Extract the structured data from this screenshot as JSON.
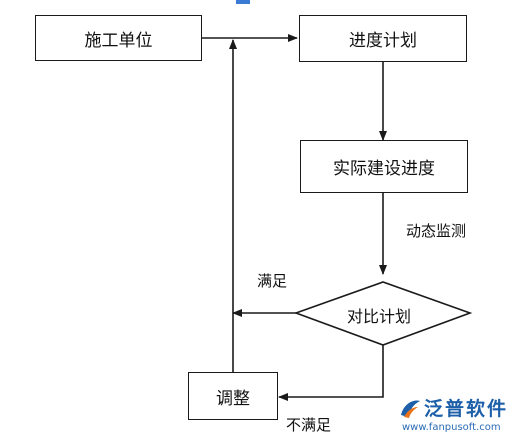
{
  "nodes": {
    "construction_unit": "施工单位",
    "progress_plan": "进度计划",
    "actual_progress": "实际建设进度",
    "compare_plan": "对比计划",
    "adjust": "调整"
  },
  "edge_labels": {
    "dynamic_monitoring": "动态监测",
    "satisfied": "满足",
    "not_satisfied": "不满足"
  },
  "watermark": {
    "name": "泛普软件",
    "url": "www.fanpusoft.com"
  },
  "colors": {
    "line": "#1a1a1a",
    "watermark_blue": "#1d5fa8",
    "watermark_orange": "#e8731a",
    "top_mark": "#3a7bd5"
  }
}
